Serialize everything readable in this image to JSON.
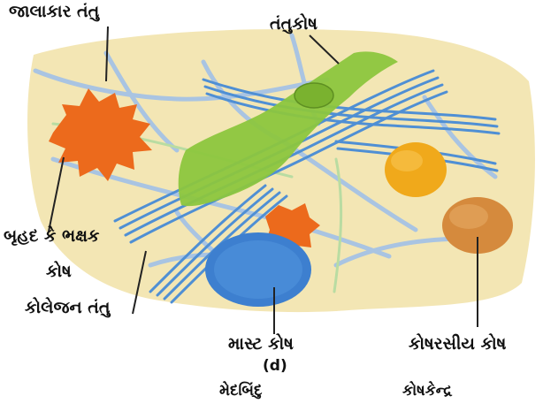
{
  "labels": {
    "reticular_fiber": "જાલાકાર તંતુ",
    "fibroblast": "તંતુકોષ",
    "macrophage_line1": "બૃહદ કે ભક્ષક",
    "macrophage_line2": "કોષ",
    "collagen_fiber": "કોલેજન તંતુ",
    "mast_cell": "માસ્ટ કોષ",
    "plasma_cell": "કોષરસીય કોષ",
    "subfigure": "(d)",
    "fat_droplet": "મેદબિંદુ",
    "nucleus": "કોષકેન્દ્ર"
  },
  "colors": {
    "background_tissue": "#f3e6b4",
    "collagen_blue": "#4f8fd4",
    "elastic_fiber": "#a9c9e6",
    "fibroblast_green": "#8cc63e",
    "macrophage_orange": "#ec6a1c",
    "mast_cell_blue": "#3d7fcf",
    "fat_cell_yellow": "#f0a91b",
    "plasma_cell_brown": "#d58a3d"
  }
}
